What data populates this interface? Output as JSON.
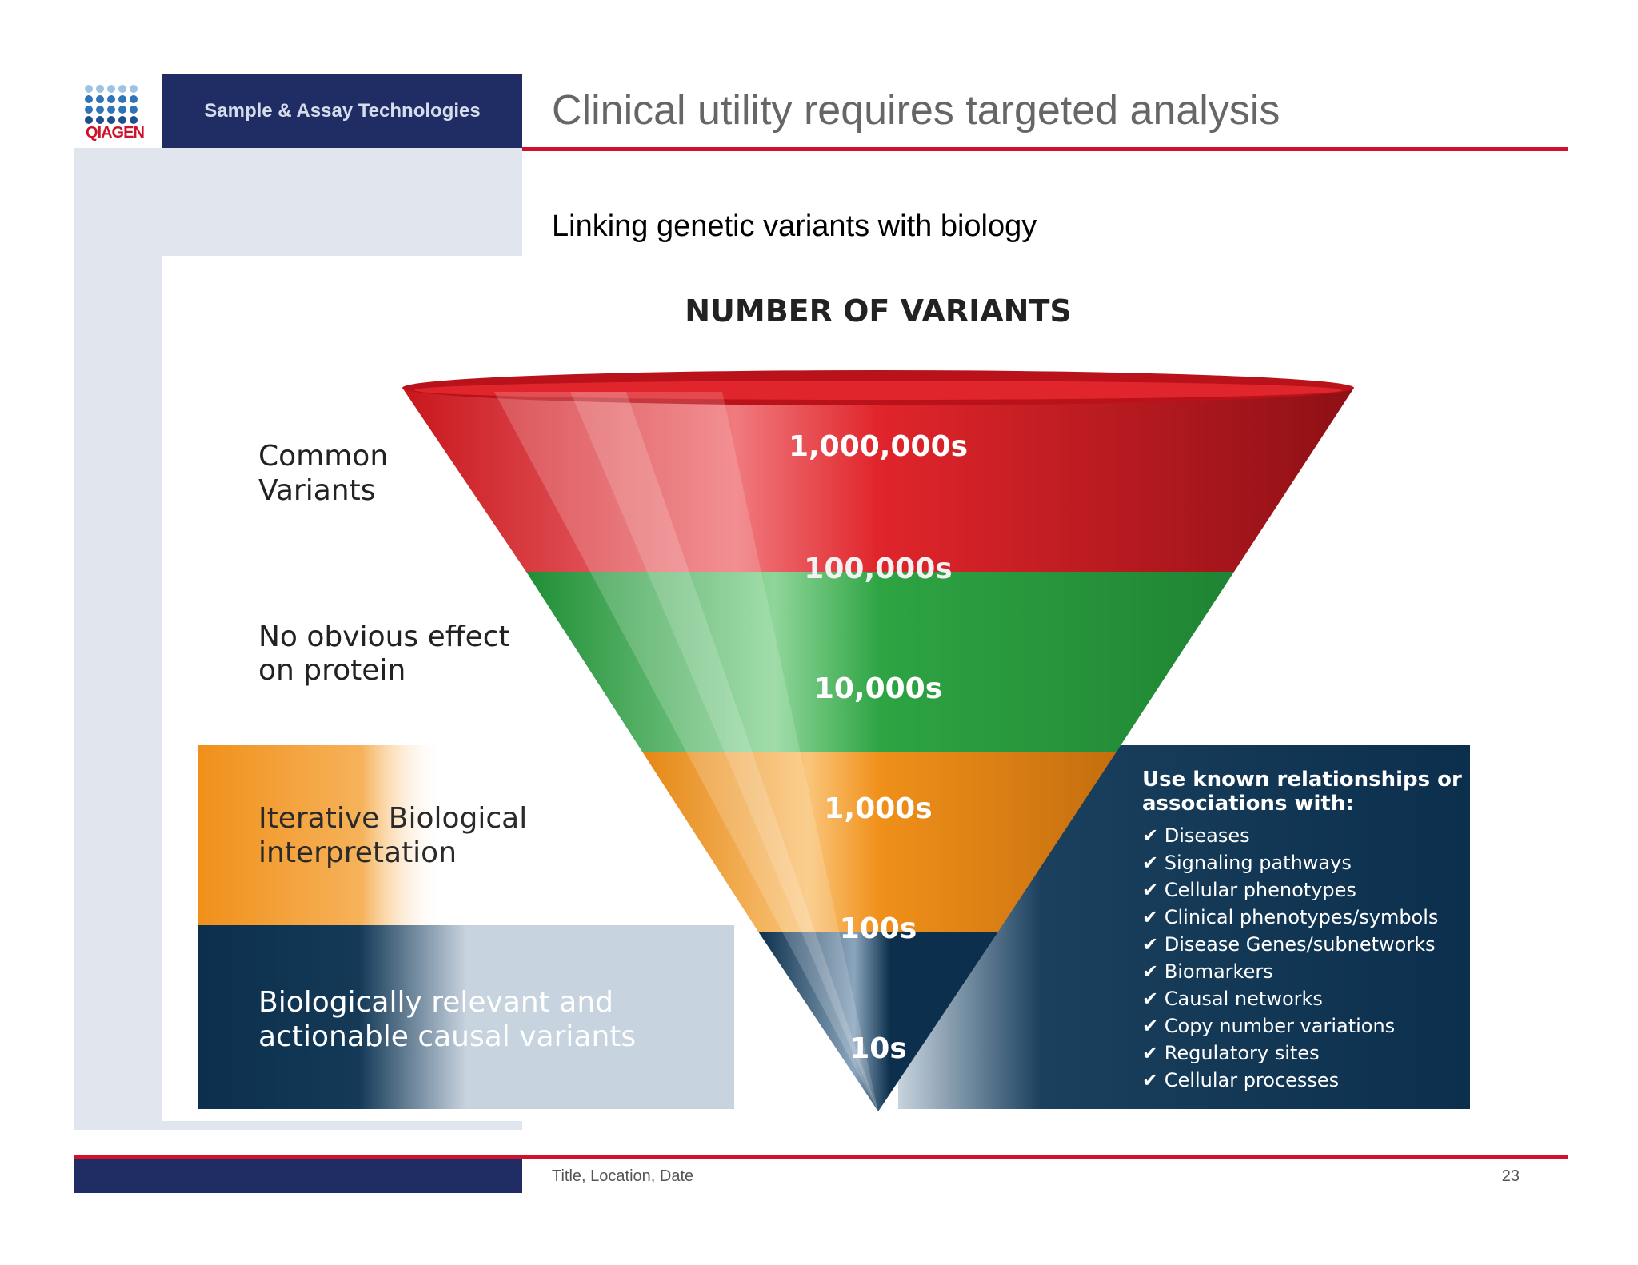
{
  "header": {
    "tag": "Sample & Assay Technologies",
    "logo_text": "QIAGEN",
    "title": "Clinical utility requires targeted analysis"
  },
  "subtitle": "Linking genetic variants with biology",
  "infographic": {
    "heading": "NUMBER OF VARIANTS",
    "levels": [
      {
        "label_line1": "Common",
        "label_line2": "Variants",
        "color": "#d41c22"
      },
      {
        "label_line1": "No obvious effect",
        "label_line2": "on protein",
        "color": "#2ea443"
      },
      {
        "label_line1": "Iterative Biological",
        "label_line2": "interpretation",
        "color": "#f0901a"
      },
      {
        "label_line1": "Biologically relevant and",
        "label_line2": "actionable causal variants",
        "color": "#0b2f4c"
      }
    ],
    "counts": [
      "1,000,000s",
      "100,000s",
      "10,000s",
      "1,000s",
      "100s",
      "10s"
    ],
    "side_panel": {
      "heading_line1": "Use known relationships or",
      "heading_line2": "associations with:",
      "items": [
        "Diseases",
        "Signaling pathways",
        "Cellular phenotypes",
        "Clinical phenotypes/symbols",
        "Disease Genes/subnetworks",
        "Biomarkers",
        "Causal networks",
        "Copy number variations",
        "Regulatory sites",
        "Cellular processes"
      ]
    }
  },
  "footer": {
    "text": "Title, Location, Date",
    "page": "23"
  },
  "colors": {
    "navy": "#1f2d64",
    "accent_red": "#d0112b",
    "dark_teal": "#0b2f4c"
  }
}
